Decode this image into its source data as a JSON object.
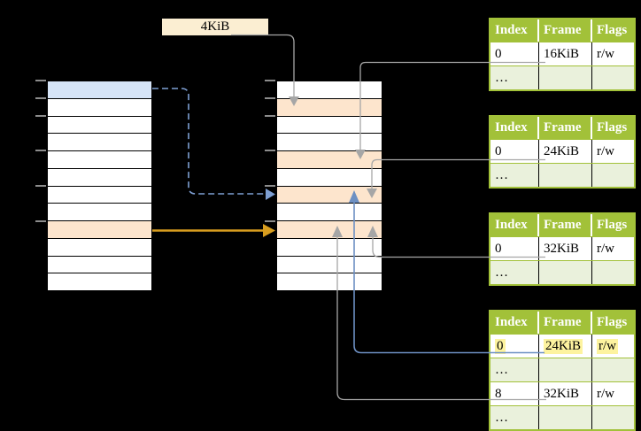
{
  "diagram": {
    "page_size_label": "4KiB",
    "virtual_memory_rows": [
      "blue",
      "white",
      "white",
      "white",
      "white",
      "white",
      "white",
      "white",
      "orange",
      "white",
      "white",
      "white"
    ],
    "physical_memory_rows": [
      "white",
      "orange",
      "white",
      "white",
      "orange",
      "white",
      "orange",
      "white",
      "orange",
      "white",
      "white",
      "white"
    ]
  },
  "page_tables": [
    {
      "headers": [
        "Index",
        "Frame",
        "Flags"
      ],
      "rows": [
        {
          "cells": [
            "0",
            "16KiB",
            "r/w"
          ],
          "shaded": false,
          "highlight": false
        },
        {
          "cells": [
            "…",
            "",
            ""
          ],
          "shaded": true,
          "highlight": false
        }
      ]
    },
    {
      "headers": [
        "Index",
        "Frame",
        "Flags"
      ],
      "rows": [
        {
          "cells": [
            "0",
            "24KiB",
            "r/w"
          ],
          "shaded": false,
          "highlight": false
        },
        {
          "cells": [
            "…",
            "",
            ""
          ],
          "shaded": true,
          "highlight": false
        }
      ]
    },
    {
      "headers": [
        "Index",
        "Frame",
        "Flags"
      ],
      "rows": [
        {
          "cells": [
            "0",
            "32KiB",
            "r/w"
          ],
          "shaded": false,
          "highlight": false
        },
        {
          "cells": [
            "…",
            "",
            ""
          ],
          "shaded": true,
          "highlight": false
        }
      ]
    },
    {
      "headers": [
        "Index",
        "Frame",
        "Flags"
      ],
      "rows": [
        {
          "cells": [
            "0",
            "24KiB",
            "r/w"
          ],
          "shaded": false,
          "highlight": true
        },
        {
          "cells": [
            "…",
            "",
            ""
          ],
          "shaded": true,
          "highlight": false
        },
        {
          "cells": [
            "8",
            "32KiB",
            "r/w"
          ],
          "shaded": false,
          "highlight": false
        },
        {
          "cells": [
            "…",
            "",
            ""
          ],
          "shaded": true,
          "highlight": false
        }
      ]
    }
  ],
  "colors": {
    "background": "#000000",
    "cell_blue": "#D6E4F7",
    "cell_orange": "#FDE5CD",
    "label_cream": "#FBEED2",
    "table_header_green": "#A2C139",
    "table_shaded_green": "#EAF1DC",
    "highlight_yellow": "#FDF39F",
    "connector_gray": "#A6A6A6",
    "arrow_blue": "#6D90C3",
    "arrow_blue_dashed": "#7E9FD3",
    "arrow_orange": "#D99E1F",
    "tick_gray": "#8C8C8C"
  }
}
